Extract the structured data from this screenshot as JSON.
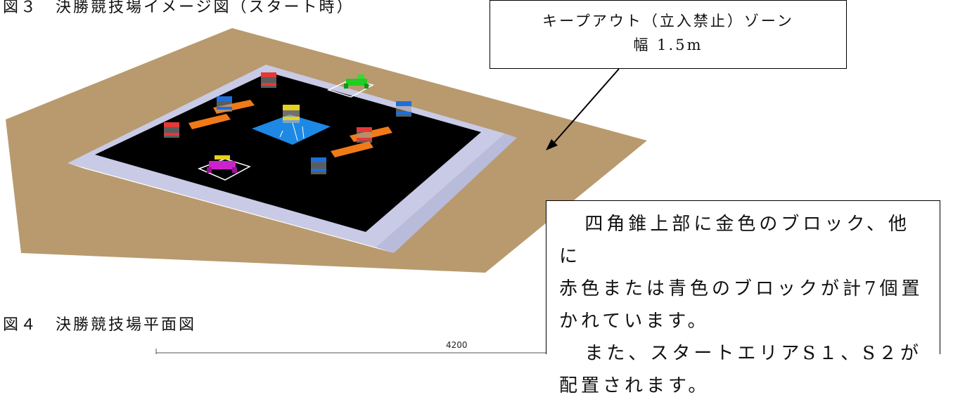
{
  "captions": {
    "fig3": "図３　決勝競技場イメージ図（スタート時）",
    "fig4": "図４　決勝競技場平面図"
  },
  "callouts": {
    "keepout_line1": "キープアウト（立入禁止）ゾーン",
    "keepout_line2": "幅 1.5m",
    "note_line1": "四角錐上部に金色のブロック、他に",
    "note_line2": "赤色または青色のブロックが計7個置",
    "note_line3": "かれています。",
    "note_line4": "また、スタートエリアS１、S２が",
    "note_line5": "配置されます。"
  },
  "plan": {
    "dimension_label": "4200"
  },
  "colors": {
    "ground": "#b89a6e",
    "border": "#c7c9e6",
    "field": "#000000",
    "center_pyramid": "#1e88e5",
    "red_block": "#e53935",
    "blue_block": "#1e6fd8",
    "gold_block": "#e8d020",
    "orange_strip": "#f07a18",
    "robot_green": "#22cc22",
    "robot_magenta": "#cc22cc"
  }
}
